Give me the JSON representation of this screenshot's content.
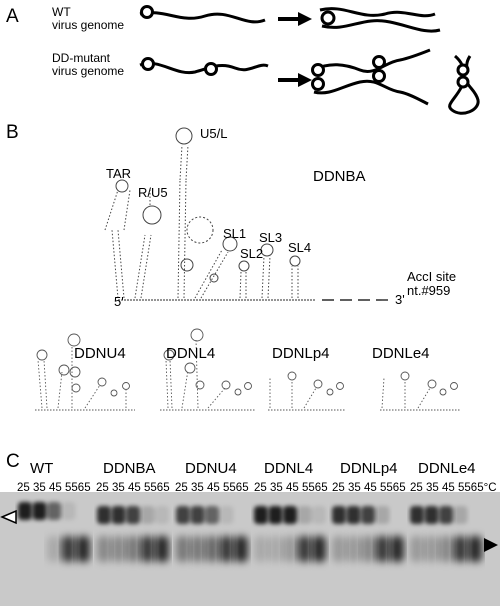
{
  "panels": {
    "a": "A",
    "b": "B",
    "c": "C"
  },
  "panel_a": {
    "wt_label_line1": "WT",
    "wt_label_line2": "virus genome",
    "dd_label_line1": "DD-mutant",
    "dd_label_line2": "virus genome"
  },
  "panel_b": {
    "title": "DDNBA",
    "stems": {
      "tar": "TAR",
      "ru5": "R/U5",
      "u5l": "U5/L",
      "sl1": "SL1",
      "sl2": "SL2",
      "sl3": "SL3",
      "sl4": "SL4"
    },
    "five_prime": "5'",
    "three_prime": "3'",
    "site_line1": "AccI site",
    "site_line2": "nt.#959",
    "mutants": [
      "DDNU4",
      "DDNL4",
      "DDNLp4",
      "DDNLe4"
    ]
  },
  "panel_c": {
    "samples": [
      "WT",
      "DDNBA",
      "DDNU4",
      "DDNL4",
      "DDNLp4",
      "DDNLe4"
    ],
    "temperatures": [
      "25",
      "35",
      "45",
      "55",
      "65"
    ],
    "unit": "°C"
  }
}
